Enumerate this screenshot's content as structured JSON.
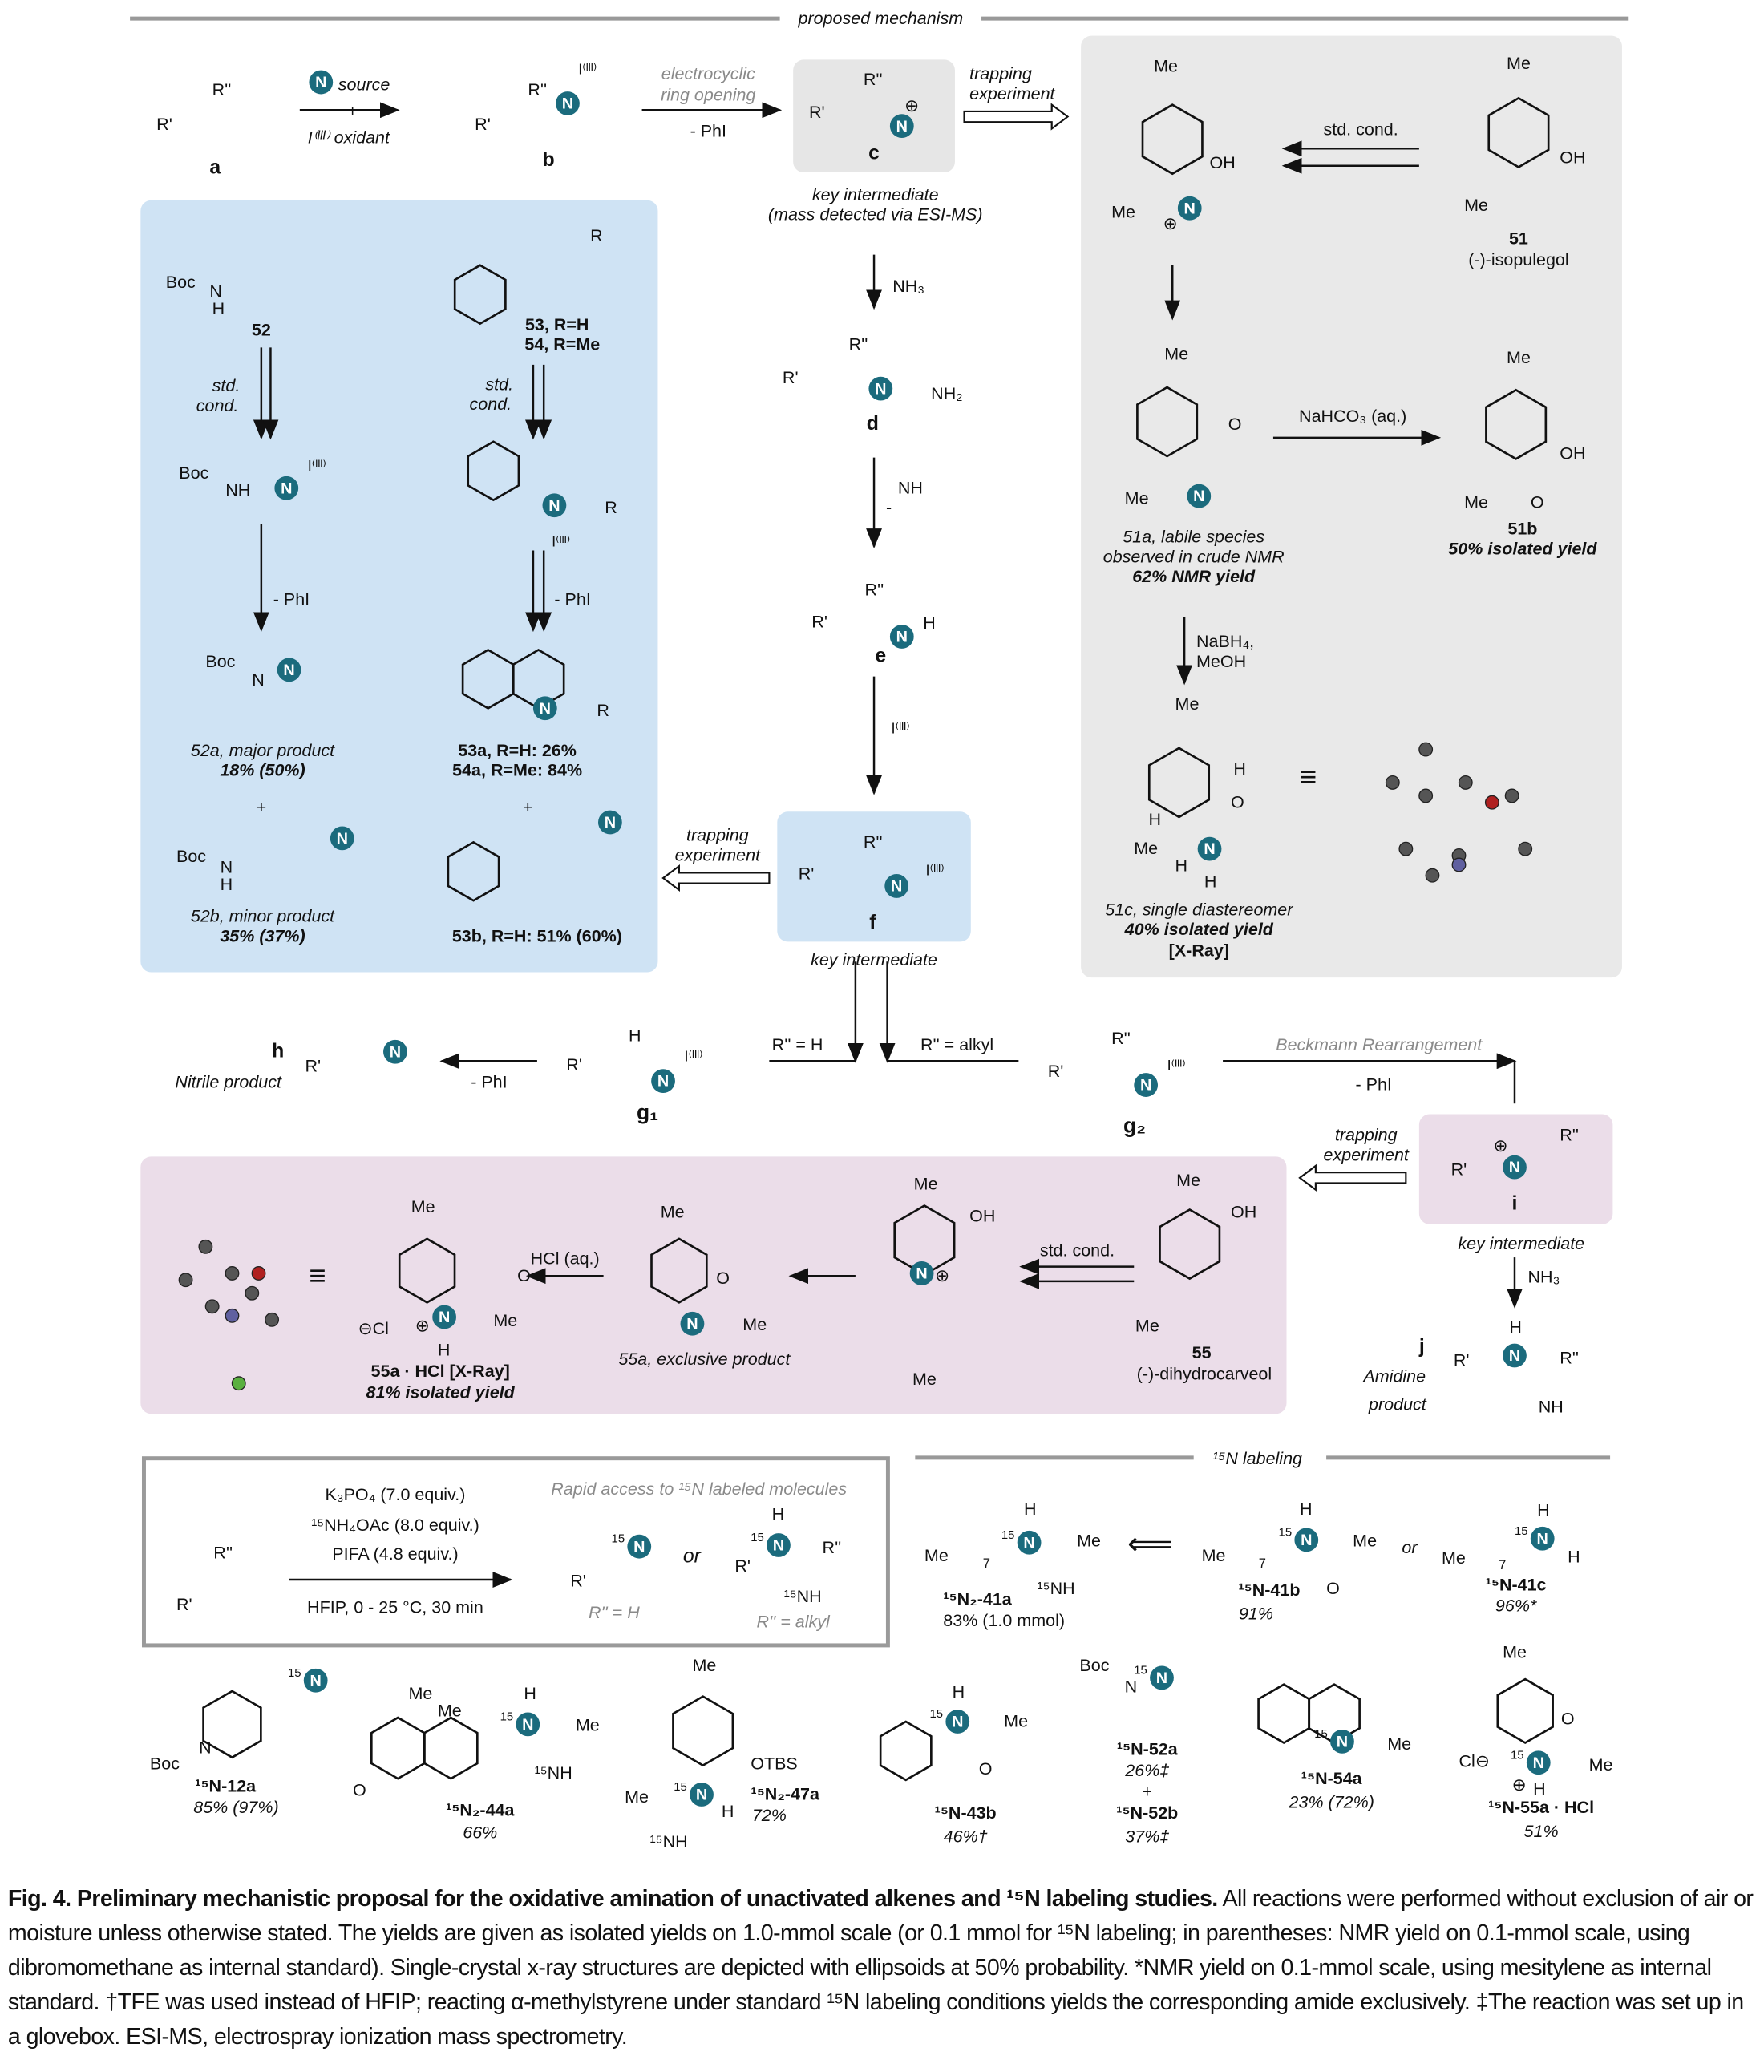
{
  "header": {
    "title": "proposed mechanism"
  },
  "colors": {
    "nitrogen_badge": "#1b6b7d",
    "blue_panel": "#cfe3f4",
    "gray_panel": "#e9e9e9",
    "purple_panel": "#ebdde9"
  },
  "mechanism": {
    "a": {
      "r1": "R'",
      "r2": "R''",
      "label": "a"
    },
    "reagents": {
      "n_badge": "N",
      "source": "source",
      "plus": "+",
      "oxidant": "I⁽ᴵᴵᴵ⁾ oxidant"
    },
    "b": {
      "r1": "R'",
      "r2": "R''",
      "iodine": "I⁽ᴵᴵᴵ⁾",
      "label": "b"
    },
    "step_bc": {
      "line1": "electrocyclic",
      "line2": "ring opening",
      "byproduct": "- PhI"
    },
    "c": {
      "r1": "R'",
      "r2": "R''",
      "charge": "⊕",
      "label": "c",
      "note1": "key intermediate",
      "note2": "(mass detected via ESI-MS)"
    },
    "trap_c": {
      "line1": "trapping",
      "line2": "experiment"
    },
    "d": {
      "reagent": "NH₃",
      "r1": "R'",
      "r2": "R''",
      "nh2": "NH₂",
      "label": "d"
    },
    "step_de": {
      "minus": "-",
      "nh": "NH"
    },
    "e": {
      "r1": "R'",
      "r2": "R''",
      "h": "H",
      "label": "e"
    },
    "step_ef": {
      "reagent": "I⁽ᴵᴵᴵ⁾"
    },
    "f": {
      "r1": "R'",
      "r2": "R''",
      "iodine": "I⁽ᴵᴵᴵ⁾",
      "label": "f",
      "note": "key intermediate"
    },
    "trap_f": {
      "line1": "trapping",
      "line2": "experiment"
    },
    "branch": {
      "h_cond": "R'' = H",
      "alkyl_cond": "R'' = alkyl"
    },
    "g1": {
      "h": "H",
      "r1": "R'",
      "iodine": "I⁽ᴵᴵᴵ⁾",
      "label": "g₁"
    },
    "g2": {
      "r2": "R''",
      "r1": "R'",
      "iodine": "I⁽ᴵᴵᴵ⁾",
      "label": "g₂"
    },
    "h": {
      "label": "h",
      "r1": "R'",
      "note": "Nitrile product",
      "byproduct": "- PhI"
    },
    "beckmann": {
      "label": "Beckmann Rearrangement",
      "byproduct": "- PhI"
    },
    "i": {
      "charge": "⊕",
      "r2": "R''",
      "r1": "R'",
      "label": "i",
      "note": "key intermediate"
    },
    "trap_i": {
      "line1": "trapping",
      "line2": "experiment"
    },
    "j": {
      "reagent": "NH₃",
      "label": "j",
      "note1": "Amidine",
      "note2": "product",
      "h": "H",
      "r1": "R'",
      "r2": "R''",
      "nh": "NH"
    }
  },
  "blue_panel": {
    "s52": {
      "boc": "Boc",
      "n": "N",
      "h": "H",
      "label": "52"
    },
    "cond_left": {
      "line1": "std.",
      "line2": "cond."
    },
    "int_left": {
      "boc": "Boc",
      "nh": "NH",
      "iodine": "I⁽ᴵᴵᴵ⁾"
    },
    "phi_left": "- PhI",
    "p52a": {
      "boc": "Boc",
      "n": "N",
      "label": "52a, major product",
      "yield": "18% (50%)"
    },
    "plus_left": "+",
    "p52b": {
      "boc": "Boc",
      "n": "N",
      "h": "H",
      "label": "52b, minor product",
      "yield": "35% (37%)"
    },
    "s53": {
      "r": "R",
      "label1": "53, R=H",
      "label2": "54, R=Me"
    },
    "cond_right": {
      "line1": "std.",
      "line2": "cond."
    },
    "int_right": {
      "r": "R",
      "iodine": "I⁽ᴵᴵᴵ⁾"
    },
    "phi_right": "- PhI",
    "p53a": {
      "r": "R",
      "label1": "53a, R=H: 26%",
      "label2": "54a, R=Me: 84%"
    },
    "plus_right": "+",
    "p53b": {
      "label": "53b, R=H: 51% (60%)"
    }
  },
  "gray_panel": {
    "cond": "std. cond.",
    "s51": {
      "me_top": "Me",
      "oh": "OH",
      "me": "Me",
      "label": "51",
      "name": "(-)-isopulegol"
    },
    "int": {
      "me_top": "Me",
      "oh": "OH",
      "me": "Me",
      "charge": "⊕"
    },
    "p51a": {
      "me_top": "Me",
      "o": "O",
      "me": "Me",
      "label": "51a, labile species",
      "line2": "observed in crude NMR",
      "yield": "62% NMR yield"
    },
    "to51b": "NaHCO₃ (aq.)",
    "p51b": {
      "me_top": "Me",
      "oh": "OH",
      "me": "Me",
      "o": "O",
      "label": "51b",
      "yield": "50% isolated yield"
    },
    "to51c": {
      "line1": "NaBH₄,",
      "line2": "MeOH"
    },
    "p51c": {
      "me_top": "Me",
      "h1": "H",
      "o": "O",
      "h2": "H",
      "me": "Me",
      "h3": "H",
      "h4": "H",
      "label": "51c, single diastereomer",
      "yield": "40% isolated yield",
      "xray": "[X-Ray]"
    },
    "equiv": "≡"
  },
  "purple_panel": {
    "equiv": "≡",
    "p55a_hcl": {
      "me_top": "Me",
      "o": "O",
      "cl": "⊖Cl",
      "charge": "⊕",
      "h": "H",
      "me": "Me",
      "label": "55a · HCl [X-Ray]",
      "yield": "81% isolated yield"
    },
    "to_hcl": "HCl (aq.)",
    "p55a": {
      "me_top": "Me",
      "o": "O",
      "me": "Me",
      "label": "55a, exclusive product"
    },
    "int": {
      "me_top": "Me",
      "oh": "OH",
      "charge": "⊕",
      "me": "Me"
    },
    "cond": "std. cond.",
    "s55": {
      "me_top": "Me",
      "oh": "OH",
      "me": "Me",
      "label": "55",
      "name": "(-)-dihydrocarveol"
    }
  },
  "conditions_box": {
    "r2": "R''",
    "r1": "R'",
    "reagent1": "K₃PO₄ (7.0 equiv.)",
    "reagent2": "¹⁵NH₄OAc (8.0 equiv.)",
    "reagent3": "PIFA (4.8 equiv.)",
    "solvent": "HFIP, 0 - 25 °C, 30 min",
    "headline": "Rapid access to ¹⁵N labeled molecules",
    "nitrile": {
      "r1": "R'",
      "cond": "R'' = H"
    },
    "or": "or",
    "amidine": {
      "h": "H",
      "r1": "R'",
      "r2": "R''",
      "nh": "¹⁵NH",
      "cond": "R'' = alkyl"
    }
  },
  "labeling": {
    "title": "¹⁵N labeling",
    "c41a": {
      "me": "Me",
      "n7": "7",
      "h": "H",
      "me2": "Me",
      "nh": "¹⁵NH",
      "label": "¹⁵N₂-41a",
      "yield": "83% (1.0 mmol)"
    },
    "arrow": "⟸",
    "c41b": {
      "me": "Me",
      "n7": "7",
      "h": "H",
      "me2": "Me",
      "o": "O",
      "label": "¹⁵N-41b",
      "yield": "91%"
    },
    "or": "or",
    "c41c": {
      "me": "Me",
      "n7": "7",
      "h": "H",
      "h2": "H",
      "label": "¹⁵N-41c",
      "yield": "96%*"
    },
    "c12a": {
      "n": "N",
      "boc": "Boc",
      "label": "¹⁵N-12a",
      "yield": "85% (97%)"
    },
    "c44a": {
      "me1": "Me",
      "me2": "Me",
      "h": "H",
      "me3": "Me",
      "nh": "¹⁵NH",
      "o": "O",
      "label": "¹⁵N₂-44a",
      "yield": "66%"
    },
    "c47a": {
      "me_top": "Me",
      "otbs": "OTBS",
      "me": "Me",
      "h": "H",
      "nh": "¹⁵NH",
      "label": "¹⁵N₂-47a",
      "yield": "72%"
    },
    "c43b": {
      "h": "H",
      "me": "Me",
      "o": "O",
      "label": "¹⁵N-43b",
      "yield": "46%†"
    },
    "c52": {
      "boc": "Boc",
      "n": "N",
      "label_a": "¹⁵N-52a",
      "yield_a": "26%‡",
      "plus": "+",
      "label_b": "¹⁵N-52b",
      "yield_b": "37%‡"
    },
    "c54a": {
      "me": "Me",
      "label": "¹⁵N-54a",
      "yield": "23% (72%)"
    },
    "c55a": {
      "me_top": "Me",
      "o": "O",
      "cl": "Cl⊖",
      "charge": "⊕",
      "me": "Me",
      "h": "H",
      "label": "¹⁵N-55a · HCl",
      "yield": "51%"
    }
  },
  "n_symbol": "N",
  "isotope": "15",
  "caption": {
    "bold": "Fig. 4. Preliminary mechanistic proposal for the oxidative amination of unactivated alkenes and ¹⁵N labeling studies.",
    "text": "All reactions were performed without exclusion of air or moisture unless otherwise stated. The yields are given as isolated yields on 1.0-mmol scale (or 0.1 mmol for ¹⁵N labeling; in parentheses: NMR yield on 0.1-mmol scale, using dibromomethane as internal standard). Single-crystal x-ray structures are depicted with ellipsoids at 50% probability. *NMR yield on 0.1-mmol scale, using mesitylene as internal standard. †TFE was used instead of HFIP; reacting α-methylstyrene under standard ¹⁵N labeling conditions yields the corresponding amide exclusively. ‡The reaction was set up in a glovebox. ESI-MS, electrospray ionization mass spectrometry."
  }
}
